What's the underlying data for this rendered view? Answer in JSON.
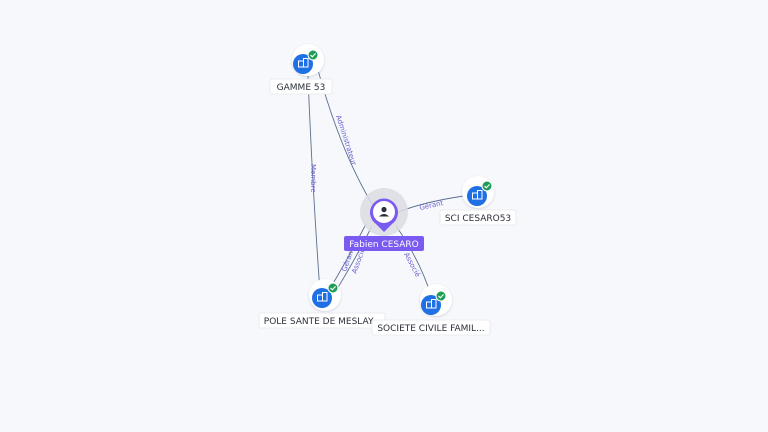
{
  "graph": {
    "colors": {
      "edge": "#5b6f8f",
      "edge_label": "#6a5fd4",
      "company_fill": "#1f6fe5",
      "check_fill": "#1f9d55",
      "person_fill": "#7a5af0",
      "person_halo": "#dcdde3"
    },
    "person": {
      "name": "Fabien CESARO",
      "icon": "user-icon"
    },
    "companies": [
      {
        "id": "gamme",
        "name": "GAMME 53",
        "icon": "building-icon",
        "verified": true
      },
      {
        "id": "sci",
        "name": "SCI CESARO53",
        "icon": "building-icon",
        "verified": true
      },
      {
        "id": "pole",
        "name": "POLE SANTE DE MESLAY...",
        "icon": "building-icon",
        "verified": true
      },
      {
        "id": "societe",
        "name": "SOCIETE CIVILE FAMIL...",
        "icon": "building-icon",
        "verified": true
      }
    ],
    "edges": [
      {
        "id": "e-admin",
        "label": "Administrateur"
      },
      {
        "id": "e-gerant",
        "label": "Gérant"
      },
      {
        "id": "e-membre",
        "label": "Membre"
      },
      {
        "id": "e-gerant2",
        "label": "Gérant"
      },
      {
        "id": "e-assoc",
        "label": "Associé"
      },
      {
        "id": "e-assoc2",
        "label": "Associé"
      }
    ]
  }
}
